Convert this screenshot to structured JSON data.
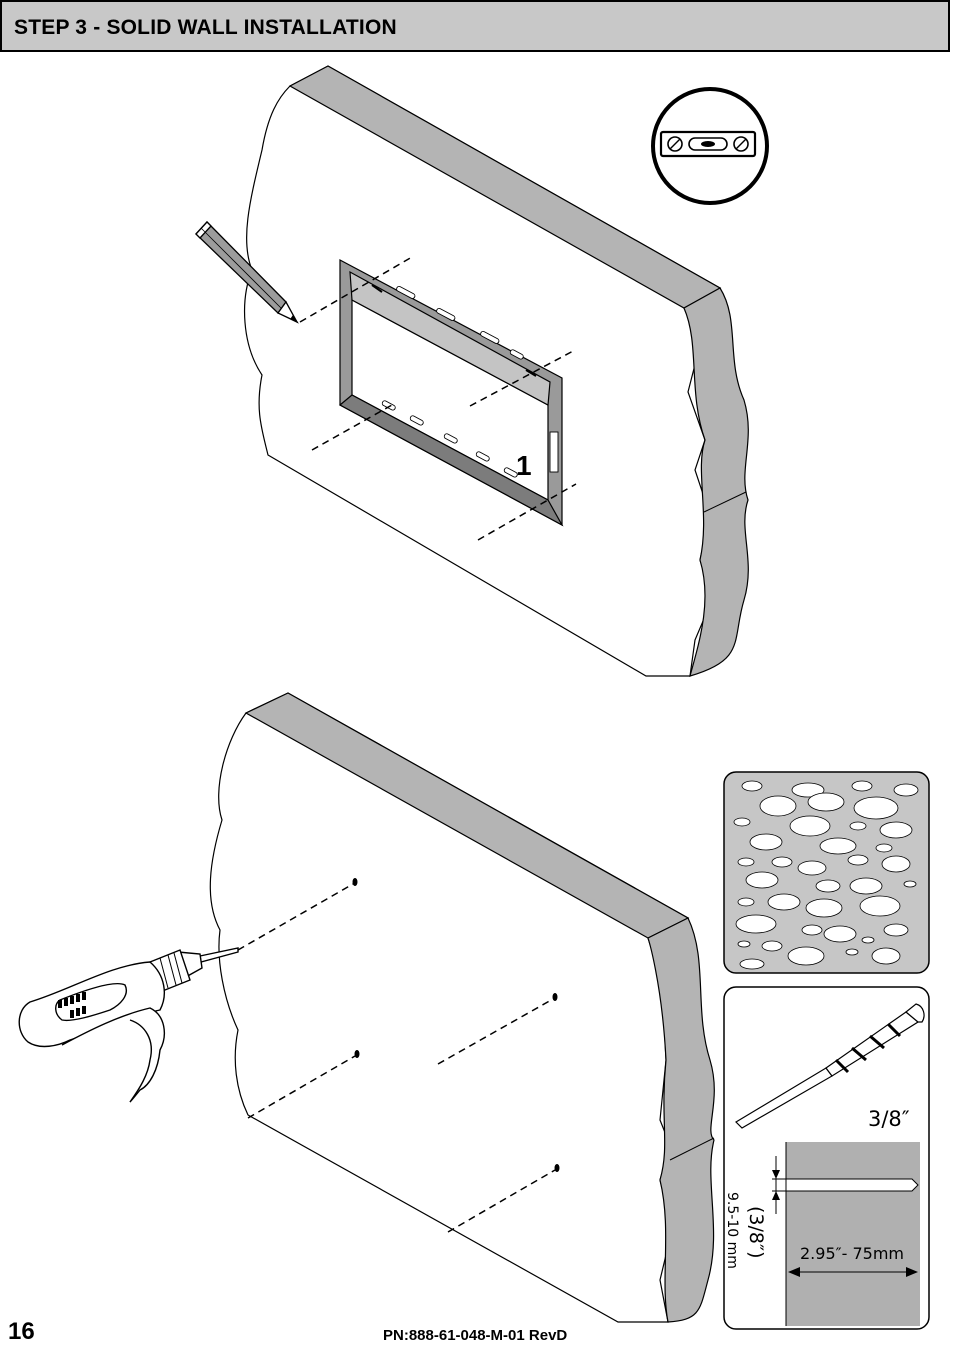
{
  "header": {
    "title": "STEP 3 - SOLID WALL INSTALLATION"
  },
  "upper_figure": {
    "callout_number": "1",
    "tool_icon": "level-icon"
  },
  "lower_figure": {
    "wall_type_icon": "stone-wall-icon",
    "drill_bit_size": "3/8″",
    "hole_diameter_imperial": "(3/8″)",
    "hole_diameter_metric": "9.5-10 mm",
    "hole_depth": "2.95″- 75mm"
  },
  "footer": {
    "page_number": "16",
    "part_number": "PN:888-61-048-M-01 RevD"
  },
  "colors": {
    "wall_edge": "#b4b4b4",
    "header_bg": "#c8c8c8",
    "stone_bg": "#c6c6c6",
    "hole_section": "#b0b0b0"
  }
}
